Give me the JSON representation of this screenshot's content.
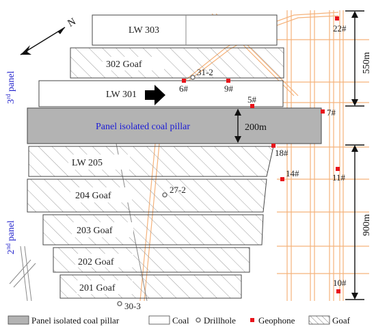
{
  "compass": {
    "north_label": "N"
  },
  "panels": [
    {
      "label": "LW 303",
      "type": "coal"
    },
    {
      "label": "302 Goaf",
      "type": "goaf"
    },
    {
      "label": "LW 301",
      "type": "coal"
    },
    {
      "label": "Panel isolated coal pillar",
      "type": "pillar"
    },
    {
      "label": "LW 205",
      "type": "goaf"
    },
    {
      "label": "204 Goaf",
      "type": "goaf"
    },
    {
      "label": "203 Goaf",
      "type": "goaf"
    },
    {
      "label": "202 Goaf",
      "type": "goaf"
    },
    {
      "label": "201 Goaf",
      "type": "goaf"
    }
  ],
  "panel_groups": [
    {
      "ordinal": "3",
      "suffix": "rd",
      "word": " panel"
    },
    {
      "ordinal": "2",
      "suffix": "nd",
      "word": " panel"
    }
  ],
  "geophones": [
    "22#",
    "6#",
    "9#",
    "5#",
    "7#",
    "18#",
    "14#",
    "11#",
    "10#"
  ],
  "drillholes": [
    "31-2",
    "27-2",
    "30-3"
  ],
  "dimensions": [
    "550m",
    "200m",
    "900m"
  ],
  "legend": [
    {
      "label": "Panel isolated coal pillar",
      "symbol": "pillar"
    },
    {
      "label": "Coal",
      "symbol": "coal"
    },
    {
      "label": "Drillhole",
      "symbol": "drillhole"
    },
    {
      "label": "Geophone",
      "symbol": "geophone"
    },
    {
      "label": "Goaf",
      "symbol": "goaf"
    }
  ],
  "colors": {
    "pillar": "#b3b3b3",
    "geophone": "#e8141b",
    "roadway": "#f5b27a",
    "panel_label": "#2222cc",
    "pillar_label": "#1a1ad6",
    "hatch": "#9a9a9a"
  }
}
